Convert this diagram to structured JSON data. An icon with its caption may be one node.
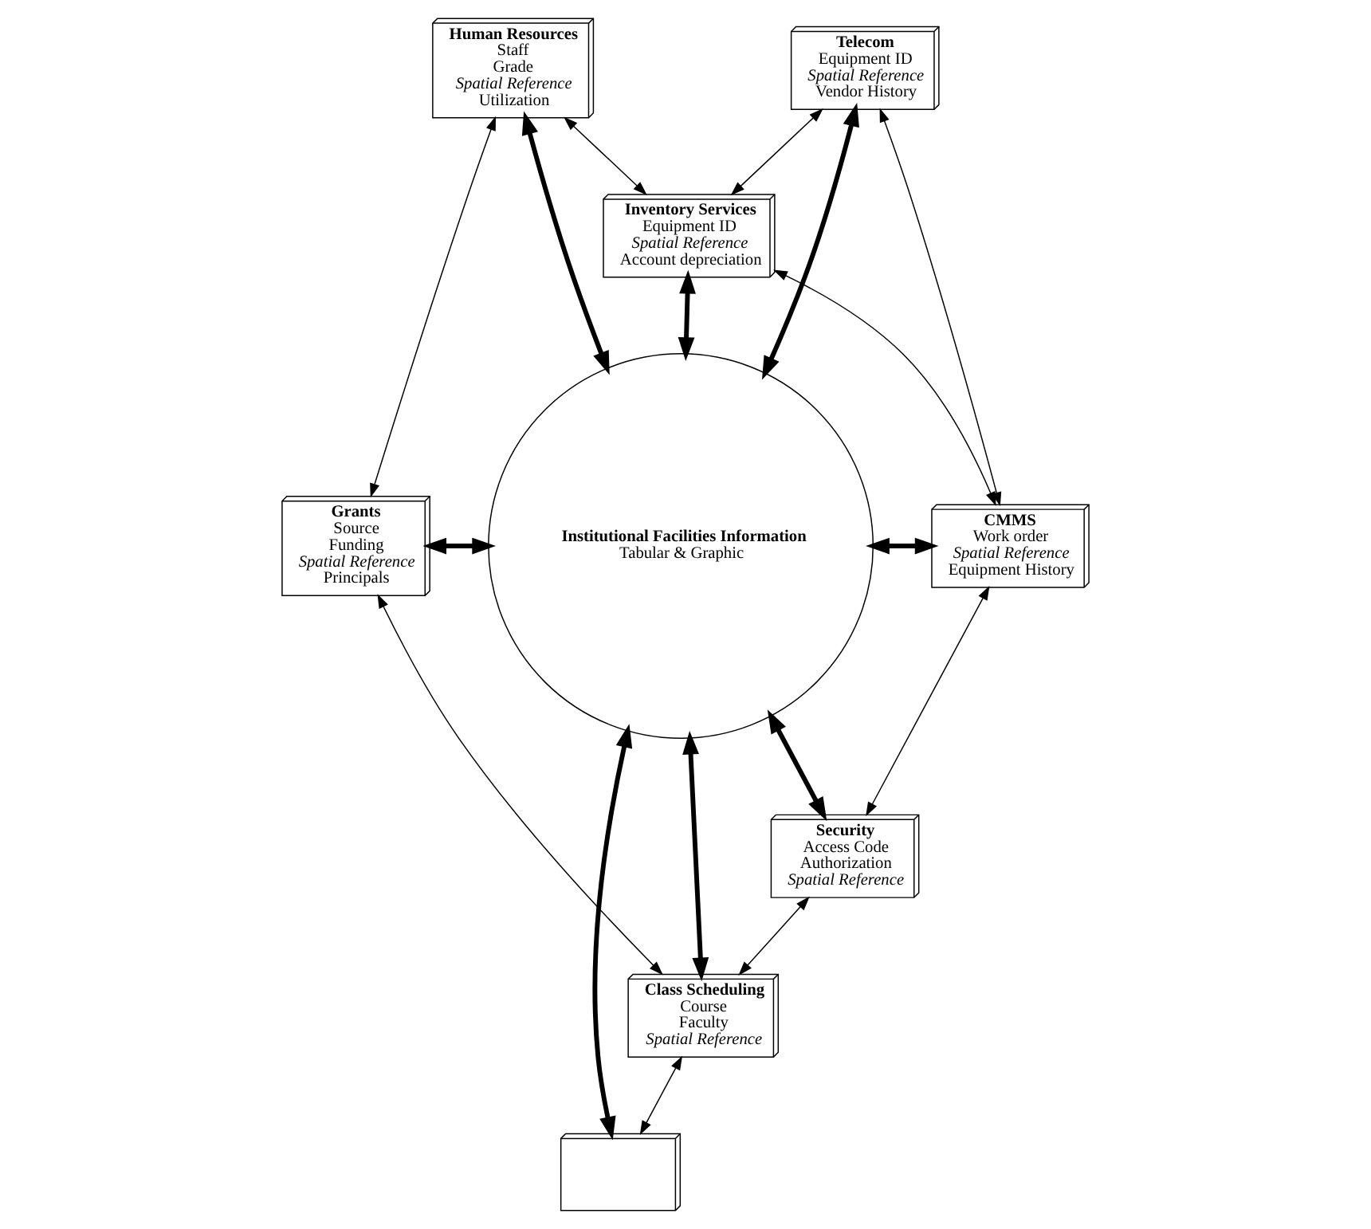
{
  "diagram": {
    "nodes": [
      {
        "text": [
          "Human Resources",
          "Staff",
          "Grade",
          "*Spatial Reference*",
          "Utilization"
        ]
      },
      {
        "text": [
          "Inventory Services",
          "Equipment ID",
          "*Spatial Reference*",
          "Account depreciation"
        ]
      },
      {
        "text": [
          "Telecom",
          "Equipment ID",
          "*Spatial Reference*",
          "Vendor History"
        ]
      },
      {
        "text": [
          "Grants",
          "Source",
          "Funding",
          "*Spatial Reference*",
          "Principals"
        ]
      },
      {
        "text": [
          "Institutional Facilities Information",
          "Tabular & Graphic"
        ]
      },
      {
        "text": [
          "CMMS",
          "Work order",
          "*Spatial Reference*",
          "Equipment History"
        ]
      },
      {
        "text": [
          "Class Scheduling",
          "Course",
          "Faculty",
          "*Spatial Reference*"
        ]
      },
      {
        "text": [],
        "shape": "box"
      },
      {
        "text": [
          "Security",
          "Access Code",
          "Authorization",
          "*Spatial Reference*"
        ]
      }
    ],
    "edges": [
      {
        "from": 0,
        "to": 4,
        "arrow": "both",
        "style": "thick"
      },
      {
        "from": 1,
        "to": 4,
        "arrow": "both",
        "style": "thick"
      },
      {
        "from": 2,
        "to": 4,
        "arrow": "both",
        "style": "thick"
      },
      {
        "from": 3,
        "to": 4,
        "arrow": "both",
        "style": "thick"
      },
      {
        "from": 4,
        "to": 5,
        "arrow": "both",
        "style": "thick"
      },
      {
        "from": 4,
        "to": 6,
        "arrow": "both",
        "style": "thick"
      },
      {
        "from": 4,
        "to": 7,
        "arrow": "both",
        "style": "thick"
      },
      {
        "from": 4,
        "to": 8,
        "arrow": "both",
        "style": "thick"
      },
      {
        "from": 0,
        "to": 1,
        "arrow": "both"
      },
      {
        "from": 2,
        "to": 1,
        "arrow": "both"
      },
      {
        "from": 1,
        "to": 5,
        "arrow": "both"
      },
      {
        "from": 2,
        "to": 5,
        "arrow": "both"
      },
      {
        "from": 0,
        "to": 3,
        "arrow": "both"
      },
      {
        "from": 3,
        "to": 6,
        "arrow": "both"
      },
      {
        "from": 5,
        "to": 8,
        "arrow": "both"
      },
      {
        "from": 6,
        "to": 7,
        "arrow": "both"
      },
      {
        "from": 8,
        "to": 6,
        "arrow": "both"
      }
    ]
  }
}
